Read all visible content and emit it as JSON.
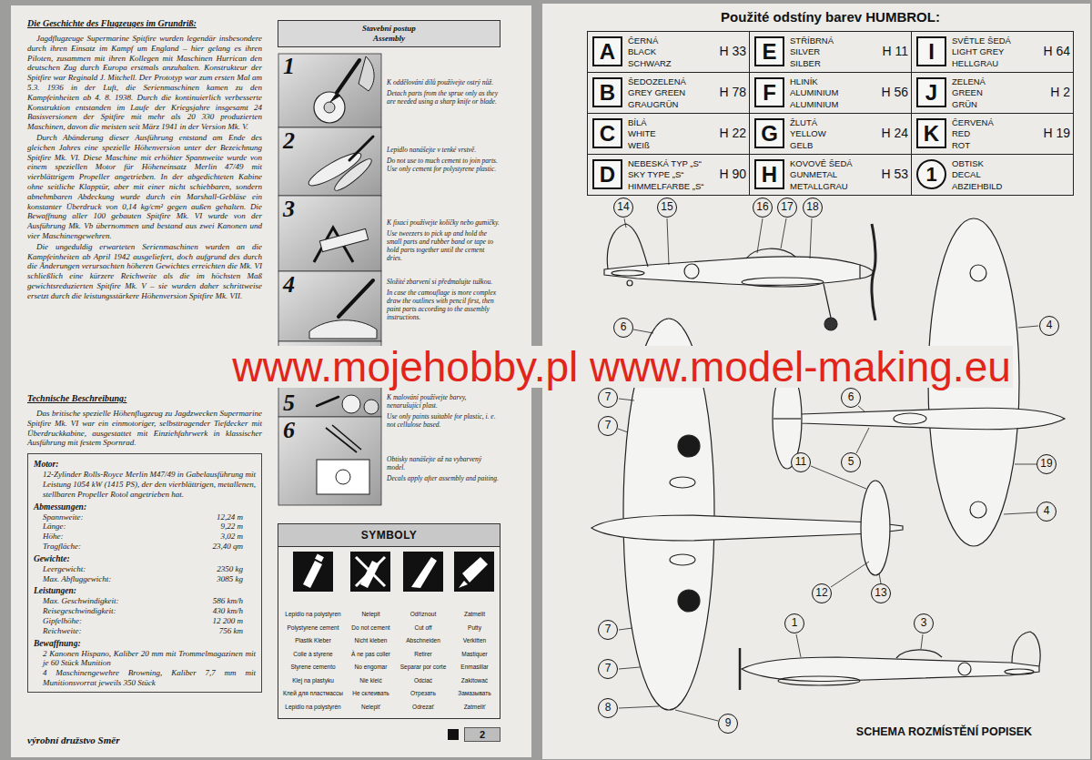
{
  "diagram": {
    "title": "Použité odstíny barev HUMBROL:",
    "caption": "SCHEMA ROZMÍSTĚNÍ POPISEK",
    "nodes": [
      {
        "text": [
          "Stavební postup",
          "Assembly"
        ]
      },
      {
        "text": [
          "SYMBOLY"
        ]
      },
      {
        "text": [
          "A",
          "ČERNÁ",
          "BLACK",
          "SCHWARZ",
          "H 33"
        ]
      },
      {
        "text": [
          "E",
          "STŘÍBRNÁ",
          "SILVER",
          "SILBER",
          "H 11"
        ]
      },
      {
        "text": [
          "I",
          "SVĚTLE ŠEDÁ",
          "LIGHT GREY",
          "HELLGRAU",
          "H 64"
        ]
      },
      {
        "text": [
          "B",
          "ŠEDOZELENÁ",
          "GREY GREEN",
          "GRAUGRÜN",
          "H 78"
        ]
      },
      {
        "text": [
          "F",
          "HLINÍK",
          "ALUMINIUM",
          "ALUMINIUM",
          "H 56"
        ]
      },
      {
        "text": [
          "J",
          "ZELENÁ",
          "GREEN",
          "GRÜN",
          "H 2"
        ]
      },
      {
        "text": [
          "C",
          "BÍLÁ",
          "WHITE",
          "WEIß",
          "H 22"
        ]
      },
      {
        "text": [
          "G",
          "ŽLUTÁ",
          "YELLOW",
          "GELB",
          "H 24"
        ]
      },
      {
        "text": [
          "K",
          "ČERVENÁ",
          "RED",
          "ROT",
          "H 19"
        ]
      },
      {
        "text": [
          "D",
          "NEBESKÁ TYP „S“",
          "SKY TYPE „S“",
          "HIMMELFARBE „S“",
          "H 90"
        ]
      },
      {
        "text": [
          "H",
          "KOVOVĚ ŠEDÁ",
          "GUNMETAL",
          "METALLGRAU",
          "H 53"
        ]
      },
      {
        "text": [
          "1",
          "OBTISK",
          "DECAL",
          "ABZIEHBILD"
        ]
      },
      {
        "text": [
          "14"
        ]
      },
      {
        "text": [
          "15"
        ]
      },
      {
        "text": [
          "16"
        ]
      },
      {
        "text": [
          "17"
        ]
      },
      {
        "text": [
          "18"
        ]
      },
      {
        "text": [
          "6"
        ]
      },
      {
        "text": [
          "4"
        ]
      },
      {
        "text": [
          "7"
        ]
      },
      {
        "text": [
          "6"
        ]
      },
      {
        "text": [
          "7"
        ]
      },
      {
        "text": [
          "11"
        ]
      },
      {
        "text": [
          "5"
        ]
      },
      {
        "text": [
          "19"
        ]
      },
      {
        "text": [
          "4"
        ]
      },
      {
        "text": [
          "12"
        ]
      },
      {
        "text": [
          "13"
        ]
      },
      {
        "text": [
          "7"
        ]
      },
      {
        "text": [
          "1"
        ]
      },
      {
        "text": [
          "3"
        ]
      },
      {
        "text": [
          "7"
        ]
      },
      {
        "text": [
          "8"
        ]
      },
      {
        "text": [
          "9"
        ]
      }
    ],
    "labels": [
      "Die Geschichte des Flugzeuges im Grundriß:",
      "Jagdflugzeuge Supermarine Spitfire wurden legendär insbesondere durch ihren Einsatz im Kampf um England – hier gelang es ihren Piloten, zusammen mit ihren Kollegen mit Maschinen Hurrican den deutschen Zug durch Europa erstmals anzuhalten. Konstrukteur der Spitfire war Reginald J. Mitchell. Der Prototyp war zum ersten Mal am 5.3. 1936 in der Luft, die Serienmaschinen kamen zu den Kampfeinheiten ab 4. 8. 1938. Durch die kontinuierlich verbesserte Konstruktion entstanden im Laufe der Kriegsjahre insgesamt 24 Basisversionen der Spitfire mit mehr als 20 330 produzierten Maschinen, davon die meisten seit März 1941 in der Version Mk. V.",
      "Durch Abänderung dieser Ausführung entstand am Ende des gleichen Jahres eine spezielle Höhenversion unter der Bezeichnung Spitfire Mk. VI. Diese Maschine mit erhöhter Spannweite wurde von einem speziellen Motor für Höheneinsatz Merlin 47/49 mit vierblättrigem Propeller angetrieben. In der abgedichteten Kabine ohne seitliche Klapptür, aber mit einer nicht schiebbaren, sondern abnehmbaren Abdeckung wurde durch ein Marshall-Gebläse ein konstanter Überdruck von 0,14 kg/cm² gegen außen gehalten. Die Bewaffnung aller 100 gebauten Spitfire Mk. VI wurde von der Ausführung Mk. Vb übernommen und bestand aus zwei Kanonen und vier Maschinengewehren.",
      "Die ungeduldig erwarteten Serienmaschinen wurden an die Kampfeinheiten ab April 1942 ausgeliefert, doch aufgrund des durch die Änderungen verursachten höheren Gewichtes erreichten die Mk. VI schließlich eine kürzere Reichweite als die im höchsten Maß gewichtsreduzierten Spitfire Mk. V – sie wurden daher schrittweise ersetzt durch die leistungsstärkere Höhenversion Spitfire Mk. VII.",
      "Technische Beschreibung:",
      "Das britische spezielle Höhenflugzeug zu Jagdzwecken Supermarine Spitfire Mk. VI war ein einmotoriger, selbsttragender Tiefdecker mit Überdruckkabine, ausgestattet mit Einziehfahrwerk in klassischer Ausführung mit festem Spornrad.",
      "Motor:",
      "12-Zylinder Rolls-Royce Merlin M47/49 in Gabelausführung mit Leistung 1054 kW (1415 PS), der den vierblättrigen, metallenen, stellbaren Propeller Rotol angetrieben hat.",
      "Abmessungen:",
      "Spannweite:",
      "12,24 m",
      "Länge:",
      "9,22 m",
      "Höhe:",
      "3,02 m",
      "Tragfläche:",
      "23,40 qm",
      "Gewichte:",
      "Leergewicht:",
      "2350 kg",
      "Max. Abfluggewicht:",
      "3085 kg",
      "Leistungen:",
      "Max. Geschwindigkeit:",
      "586 km/h",
      "Reisegeschwindigkeit:",
      "430 km/h",
      "Gipfelhöhe:",
      "12 200 m",
      "Reichweite:",
      "756 km",
      "Bewaffnung:",
      "2 Kanonen Hispano, Kaliber 20 mm mit Trommelmagazinen mit je 60 Stück Munition",
      "4 Maschinengewehre Browning, Kaliber 7,7 mm mit Munitionsvorrat jeweils 350 Stück",
      "výrobní družstvo Směr",
      "2",
      "1",
      "K oddělování dílů používejte ostrý nůž.",
      "Detach parts from the sprue only as they are needed using a sharp knife or blade.",
      "2",
      "Lepidlo nanášejte v tenké vrstvě.",
      "Do not use to much cement to join parts. Use only cement for polystyrene plastic.",
      "3",
      "K fixaci používejte kolíčky nebo gumičky.",
      "Use tweezers to pick up and hold the small parts and rubber band or tape to hold parts together until the cement dries.",
      "4",
      "Složité zbarvení si předmalujte tužkou.",
      "In case the camouflage is more complex draw the outlines with pencil first, then paint parts according to the assembly instructions.",
      "5",
      "K malování používejte barvy, nenarušující plast.",
      "Use only paints suitable for plastic, i. e. not cellulose based.",
      "6",
      "Obtisky nanášejte až na vybarvený model.",
      "Decals apply after assembly and paiting.",
      "Lepidlo na polystyren",
      "Nelepit",
      "Odříznout",
      "Zatmelit",
      "Polystyrene cement",
      "Do not cement",
      "Cut off",
      "Putty",
      "Plastik Kleber",
      "Nicht kleben",
      "Abschneiden",
      "Verkitten",
      "Colle à styrene",
      "À ne pas coller",
      "Retirer",
      "Mastiquer",
      "Styrene cemento",
      "No engomar",
      "Separar por corte",
      "Enmasillar",
      "Klej na plastyku",
      "Nie kleić",
      "Odciać",
      "Zakitować",
      "Клей для пластмассы",
      "Не склеивать",
      "Отрезать",
      "Замазывать",
      "Lepidlo na polystyrén",
      "Nelepiť",
      "Odrezať",
      "Zatmeliť",
      "www.mojehobby.pl www.model-making.eu"
    ]
  }
}
